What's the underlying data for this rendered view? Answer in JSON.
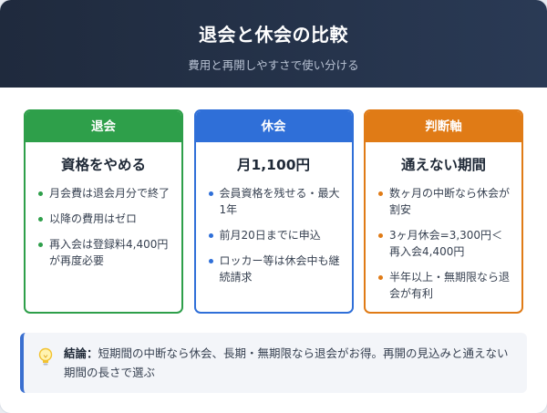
{
  "header": {
    "title": "退会と休会の比較",
    "subtitle": "費用と再開しやすさで使い分ける"
  },
  "cards": [
    {
      "label": "退会",
      "heading": "資格をやめる",
      "items": [
        "月会費は退会月分で終了",
        "以降の費用はゼロ",
        "再入会は登録料4,400円が再度必要"
      ],
      "color": "#2e9f4a"
    },
    {
      "label": "休会",
      "heading": "月1,100円",
      "items": [
        "会員資格を残せる・最大1年",
        "前月20日までに申込",
        "ロッカー等は休会中も継続請求"
      ],
      "color": "#2f6fd8"
    },
    {
      "label": "判断軸",
      "heading": "通えない期間",
      "items": [
        "数ヶ月の中断なら休会が割安",
        "3ヶ月休会=3,300円＜再入会4,400円",
        "半年以上・無期限なら退会が有利"
      ],
      "color": "#e07b16"
    }
  ],
  "conclusion": {
    "icon": "lightbulb-icon",
    "label": "結論：",
    "text": "短期間の中断なら休会、長期・無期限なら退会がお得。再開の見込みと通えない期間の長さで選ぶ"
  }
}
